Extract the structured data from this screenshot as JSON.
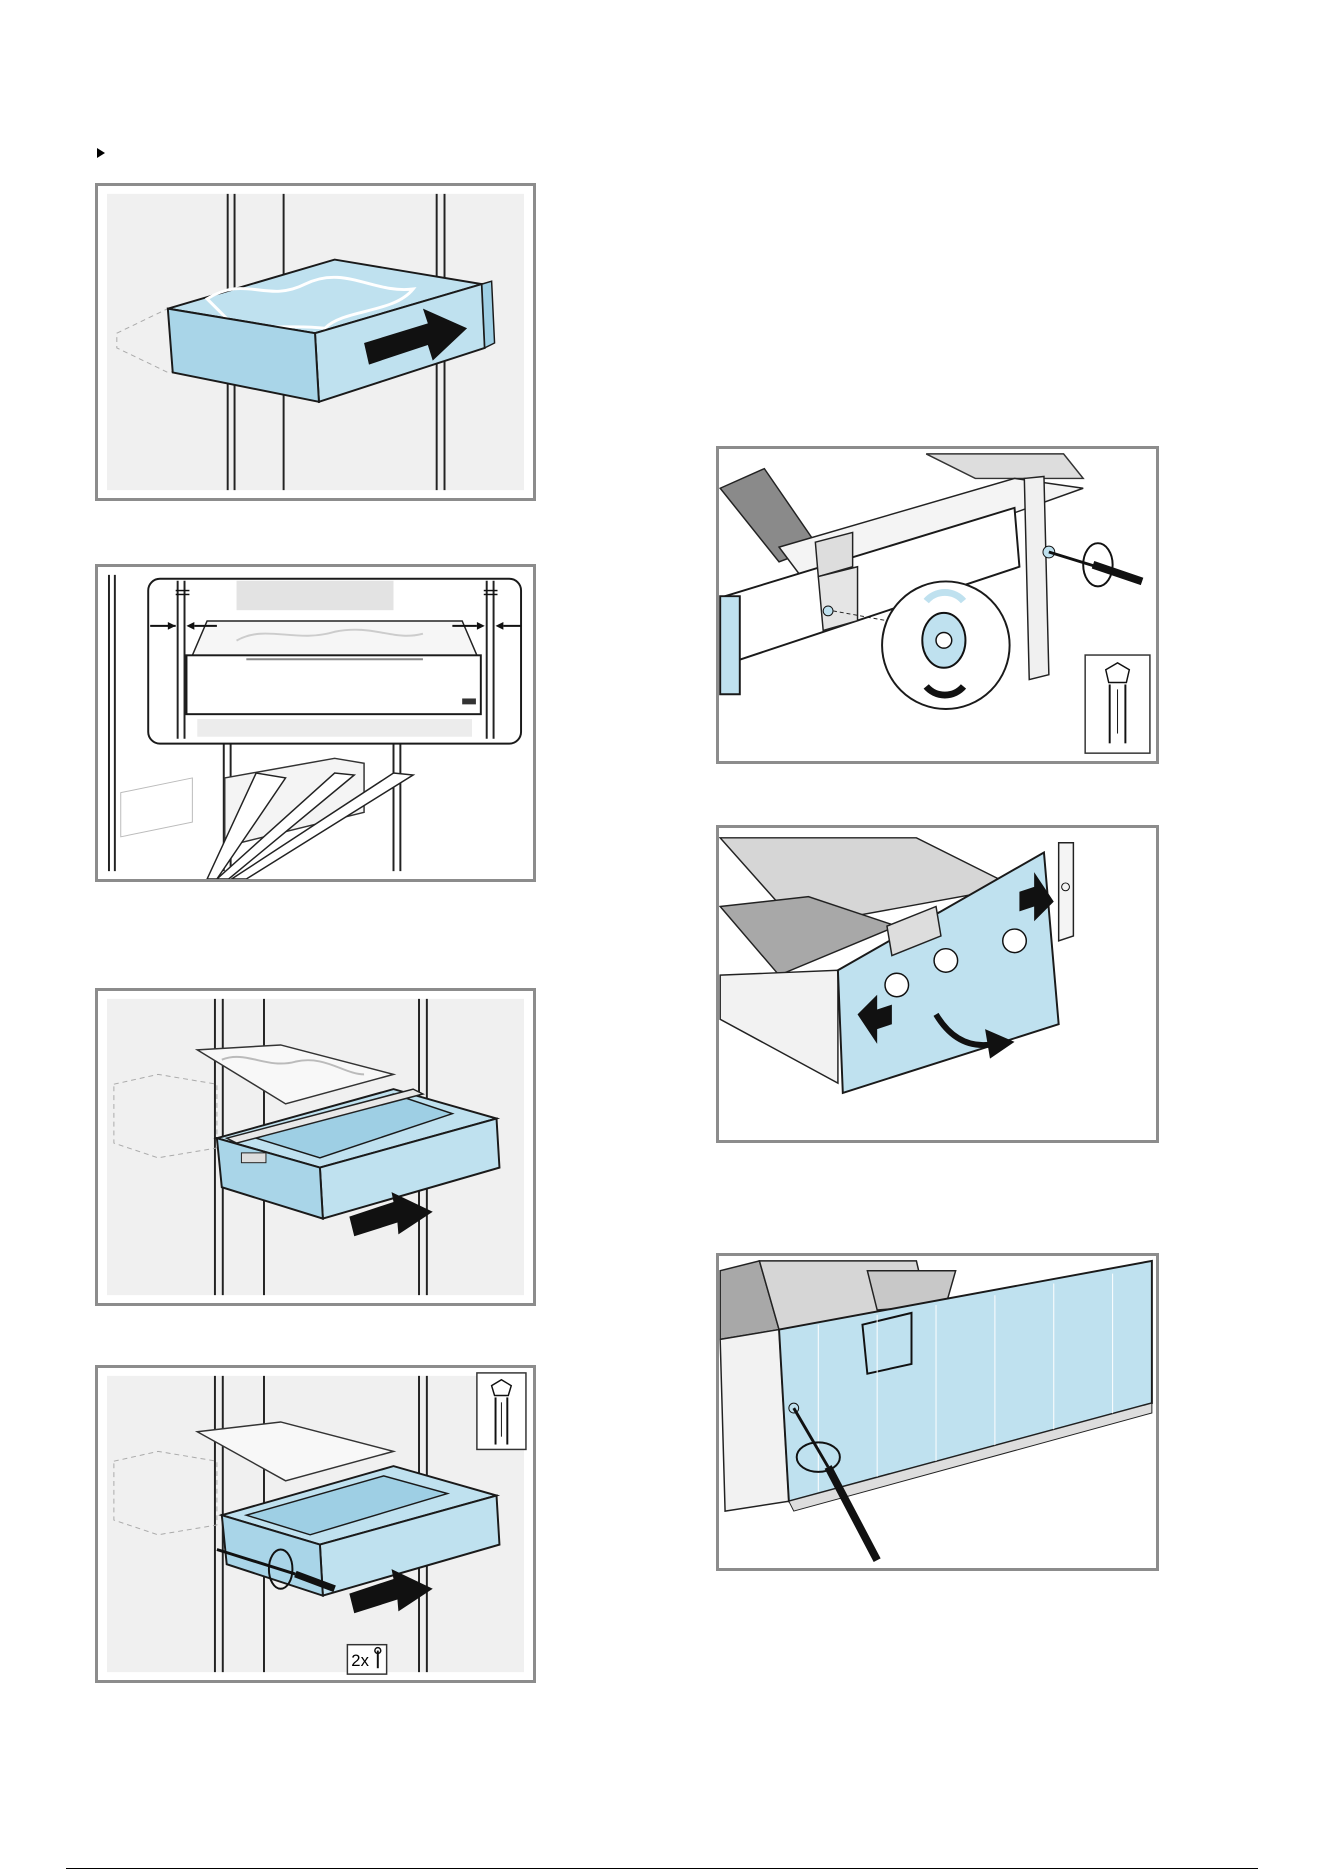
{
  "document": {
    "step_marker": "bullet-triangle",
    "screw_count_label": "2x",
    "colors": {
      "panel_border": "#8c8c8c",
      "accent_blue": "#bfe1ef",
      "accent_blue_dark": "#9ecfe4",
      "outline": "#1a1a1a",
      "arrow": "#111111",
      "background": "#ffffff"
    },
    "figures": [
      {
        "id": "fig-1",
        "icon": "drawer-insert-into-cabinet"
      },
      {
        "id": "fig-2",
        "icon": "drawer-gap-alignment-detail"
      },
      {
        "id": "fig-3",
        "icon": "drawer-pull-out-mat-lift"
      },
      {
        "id": "fig-4",
        "icon": "drawer-screw-torx-pull-out",
        "badges": [
          "torx-screwdriver-icon",
          "screw-count-icon"
        ]
      },
      {
        "id": "fig-5",
        "icon": "eccentric-adjust-torx",
        "badges": [
          "torx-screwdriver-icon"
        ]
      },
      {
        "id": "fig-6",
        "icon": "front-panel-shift-detach"
      },
      {
        "id": "fig-7",
        "icon": "front-panel-screw-fixing"
      }
    ]
  }
}
